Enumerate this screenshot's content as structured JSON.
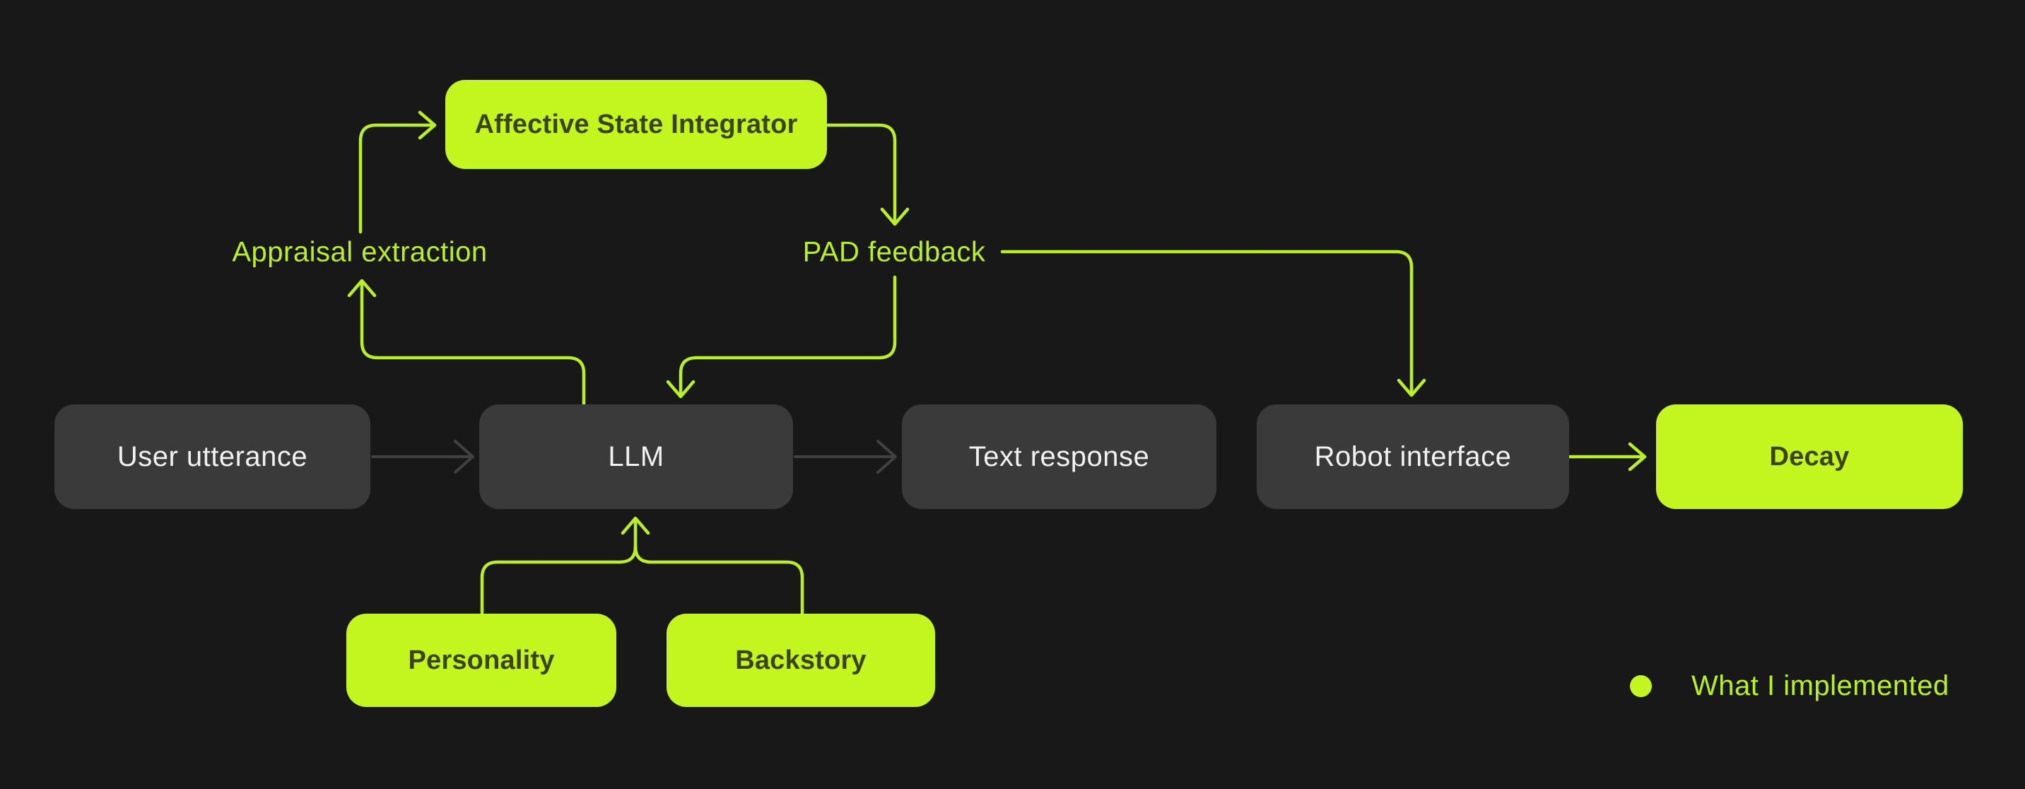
{
  "diagram": {
    "title": "",
    "nodes": {
      "affective_state_integrator": {
        "label": "Affective State Integrator",
        "status": "implemented"
      },
      "user_utterance": {
        "label": "User utterance",
        "status": "existing"
      },
      "llm": {
        "label": "LLM",
        "status": "existing"
      },
      "text_response": {
        "label": "Text response",
        "status": "existing"
      },
      "robot_interface": {
        "label": "Robot interface",
        "status": "existing"
      },
      "decay": {
        "label": "Decay",
        "status": "implemented"
      },
      "personality": {
        "label": "Personality",
        "status": "implemented"
      },
      "backstory": {
        "label": "Backstory",
        "status": "implemented"
      }
    },
    "edge_labels": {
      "appraisal_extraction": "Appraisal extraction",
      "pad_feedback": "PAD feedback"
    },
    "edges": [
      {
        "from": "user_utterance",
        "to": "llm",
        "style": "gray"
      },
      {
        "from": "llm",
        "to": "text_response",
        "style": "gray"
      },
      {
        "from": "llm",
        "to": "appraisal_extraction",
        "style": "lime"
      },
      {
        "from": "appraisal_extraction",
        "to": "affective_state_integrator",
        "style": "lime"
      },
      {
        "from": "affective_state_integrator",
        "to": "pad_feedback",
        "style": "lime"
      },
      {
        "from": "pad_feedback",
        "to": "llm",
        "style": "lime"
      },
      {
        "from": "pad_feedback",
        "to": "robot_interface",
        "style": "lime"
      },
      {
        "from": "robot_interface",
        "to": "decay",
        "style": "lime"
      },
      {
        "from": "personality",
        "to": "llm",
        "style": "lime"
      },
      {
        "from": "backstory",
        "to": "llm",
        "style": "lime"
      }
    ],
    "legend": {
      "label": "What I implemented"
    },
    "colors": {
      "background": "#181818",
      "implemented_fill": "#c3f51e",
      "implemented_text": "#3a440d",
      "edge_lime": "#b8f021",
      "node_fill": "#3a3a3a",
      "node_text": "#f1f1f1",
      "edge_gray": "#414141"
    }
  }
}
